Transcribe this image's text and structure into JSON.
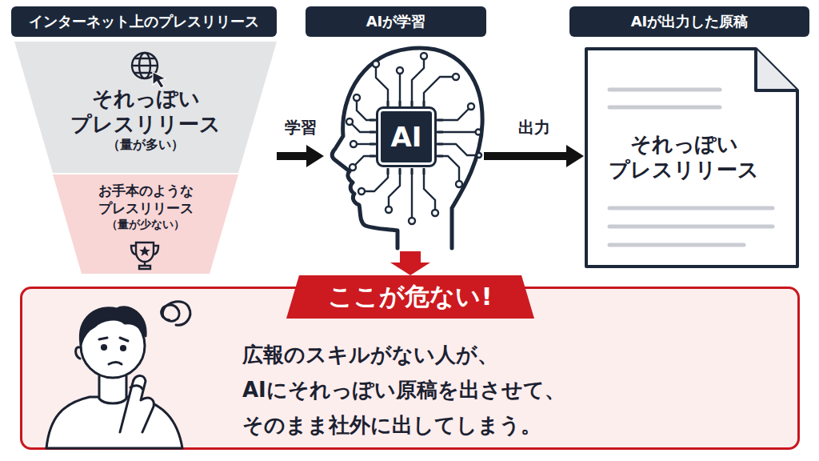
{
  "diagram": {
    "nodes": [
      {
        "text": [
          "インターネット上のプレスリリース"
        ]
      },
      {
        "text": [
          "AIが学習"
        ]
      },
      {
        "text": [
          "AIが出力した原稿"
        ]
      },
      {
        "text": [
          "それっぽい プレスリリース",
          "（量が多い）"
        ]
      },
      {
        "text": [
          "お手本のような プレスリリース",
          "（量が少ない）"
        ]
      },
      {
        "text": [
          "AI"
        ]
      },
      {
        "text": [
          "それっぽい プレスリリース"
        ]
      },
      {
        "text": [
          "広報のスキルがない人が、 AIにそれっぽい原稿を出させて、 そのまま社外に出してしまう。"
        ]
      },
      {
        "text": [
          "ここが危ない!"
        ],
        "in": 7
      }
    ],
    "edges": [
      {
        "from": 3,
        "to": 5,
        "label": "学習",
        "arrow": "to"
      },
      {
        "from": 5,
        "to": 6,
        "label": "出力",
        "arrow": "to"
      },
      {
        "from": 5,
        "to": 8,
        "arrow": "to"
      }
    ]
  }
}
